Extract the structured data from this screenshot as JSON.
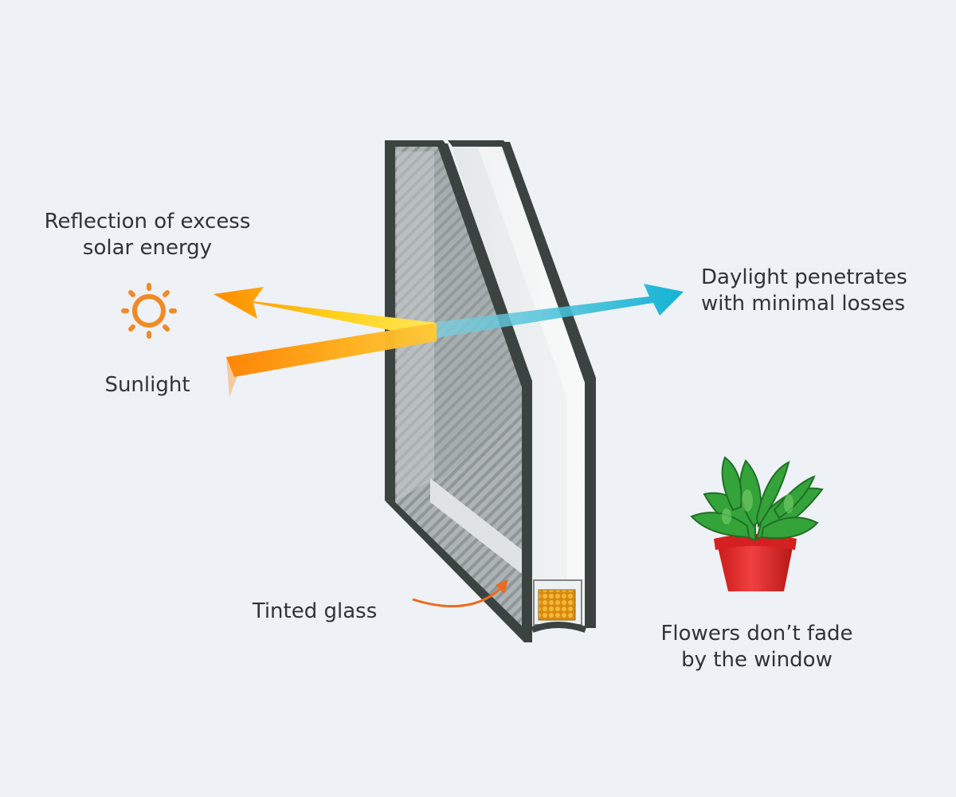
{
  "labels": {
    "reflection": [
      "Reflection of excess",
      "solar energy"
    ],
    "sunlight": "Sunlight",
    "daylight": [
      "Daylight penetrates",
      "with minimal losses"
    ],
    "tinted_glass": "Tinted glass",
    "flowers": [
      "Flowers don’t fade",
      "by the window"
    ]
  },
  "colors": {
    "background": "#eef1f6",
    "frame": "#3a4340",
    "sun": "#f08a24",
    "sunlight_arrow": "#f7a21b",
    "reflection_arrow": "#ffd21a",
    "daylight_arrow": "#1fb4d2",
    "pointer_arrow": "#ec6a1e",
    "pot": "#e42b2b",
    "leaves": "#3aa83a"
  },
  "icons": [
    "sun-icon",
    "plant-pot-icon",
    "curved-arrow-icon"
  ]
}
